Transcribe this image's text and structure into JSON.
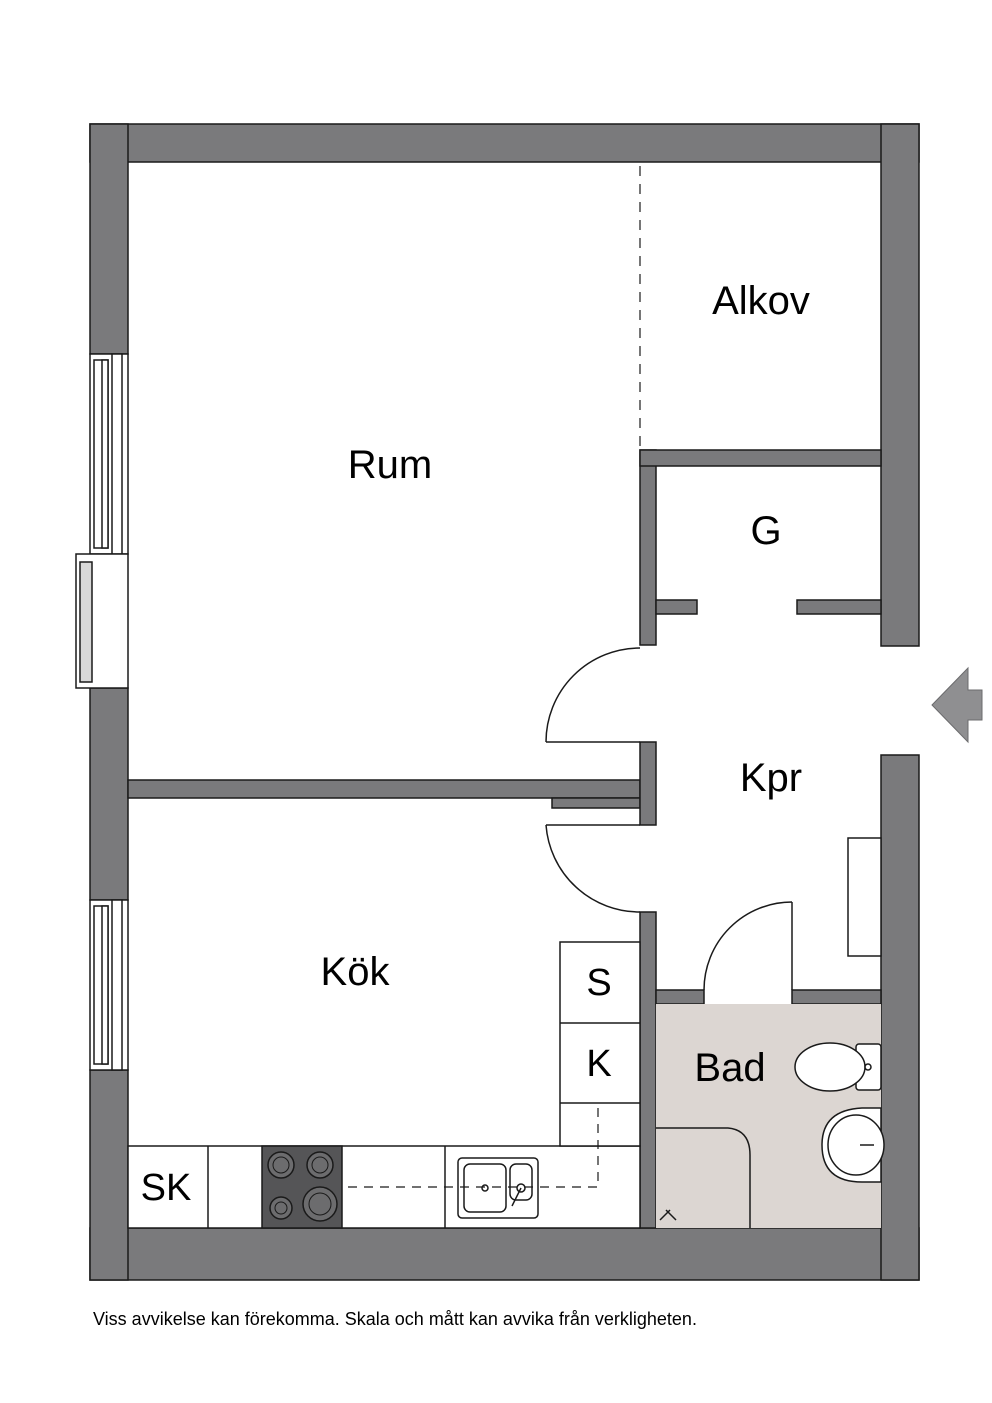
{
  "rooms": {
    "rum": "Rum",
    "alkov": "Alkov",
    "g": "G",
    "kpr": "Kpr",
    "kok": "Kök",
    "bad": "Bad"
  },
  "units": {
    "s": "S",
    "k": "K",
    "sk": "SK"
  },
  "disclaimer": "Viss avvikelse kan förekomma. Skala och mått kan avvika från verkligheten.",
  "colors": {
    "wall": "#7a7a7c",
    "bathroom_floor": "#dcd6d2",
    "stove": "#555557",
    "entrance_arrow": "#8f8f91"
  }
}
